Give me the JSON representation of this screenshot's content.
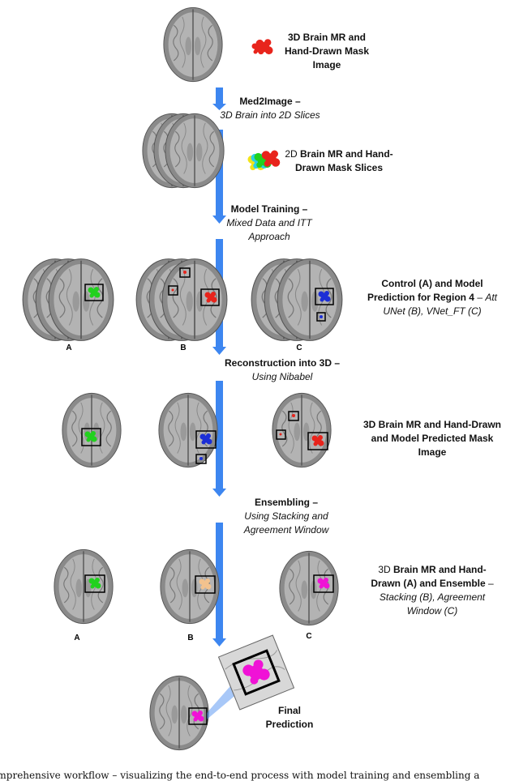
{
  "stages": {
    "s1": {
      "bold": "3D Brain MR and Hand-Drawn Mask Image",
      "italic": ""
    },
    "s2": {
      "pre": "2D ",
      "bold": "Brain MR and Hand-Drawn Mask Slices"
    },
    "s3": {
      "bold": "Control (A) and Model Prediction for Region 4",
      "dash": " –",
      "italic": "Att UNet (B), VNet_FT (C)"
    },
    "s4": {
      "bold": "3D Brain MR and Hand-Drawn and Model Predicted Mask Image"
    },
    "s5": {
      "pre": "3D ",
      "bold": "Brain MR and Hand-Drawn (A) and Ensemble",
      "dash": " –",
      "italic": "Stacking (B), Agreement Window (C)"
    },
    "s6": {
      "bold": "Final Prediction"
    }
  },
  "steps": [
    {
      "title": "Med2Image –",
      "subtitle": "3D Brain into 2D Slices"
    },
    {
      "title": "Model Training –",
      "subtitle": "Mixed Data and ITT Approach"
    },
    {
      "title": "Reconstruction into 3D –",
      "subtitle": "Using Nibabel"
    },
    {
      "title": "Ensembling –",
      "subtitle": "Using Stacking and Agreement Window"
    }
  ],
  "panel_letters": [
    "A",
    "B",
    "C"
  ],
  "caption": "Comprehensive workflow – visualizing the end-to-end process with model training and ensembling a",
  "colors": {
    "arrow": "#3d86f0",
    "brain_outer": "#8a8a8a",
    "brain_inner": "#b3b3b3",
    "mask_red": "#e8241c",
    "mask_green": "#22d11e",
    "mask_blue": "#1c2fd6",
    "mask_peach": "#f2c28e",
    "mask_magenta": "#f012d6",
    "mask_yellow": "#f2e419",
    "mask_cyan": "#2ad0e6"
  }
}
